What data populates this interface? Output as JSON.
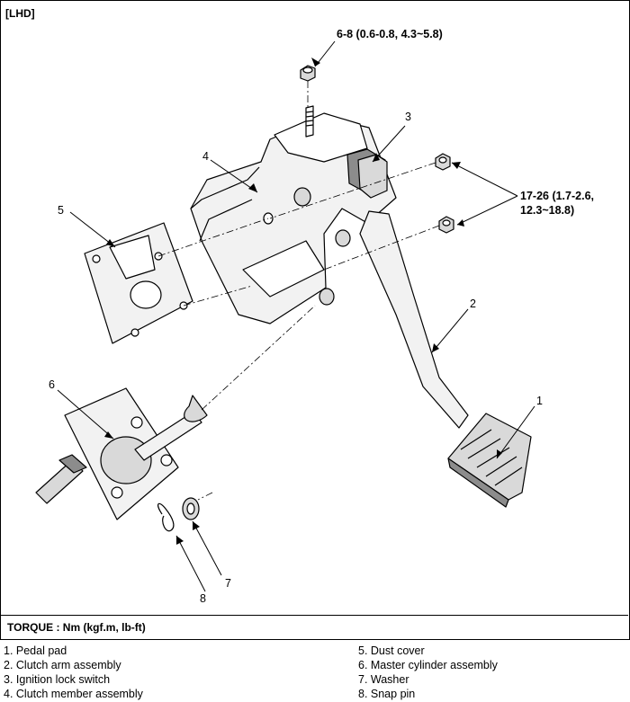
{
  "header": {
    "label": "[LHD]"
  },
  "callouts": {
    "c1": "1",
    "c2": "2",
    "c3": "3",
    "c4": "4",
    "c5": "5",
    "c6": "6",
    "c7": "7",
    "c8": "8"
  },
  "torque_specs": {
    "nut_top": "6-8 (0.6-0.8, 4.3~5.8)",
    "nuts_right_line1": "17-26 (1.7-2.6,",
    "nuts_right_line2": "12.3~18.8)"
  },
  "torque_label": "TORQUE : Nm (kgf.m, lb-ft)",
  "legend": {
    "left": [
      "1.  Pedal pad",
      "2.  Clutch arm assembly",
      "3.  Ignition lock switch",
      "4.  Clutch member assembly"
    ],
    "right": [
      "5.  Dust cover",
      "6.  Master cylinder assembly",
      "7.  Washer",
      "8.  Snap pin"
    ]
  },
  "colors": {
    "line": "#000000",
    "fill_light": "#f2f2f2",
    "fill_mid": "#d9d9d9",
    "fill_dark": "#8c8c8c"
  }
}
